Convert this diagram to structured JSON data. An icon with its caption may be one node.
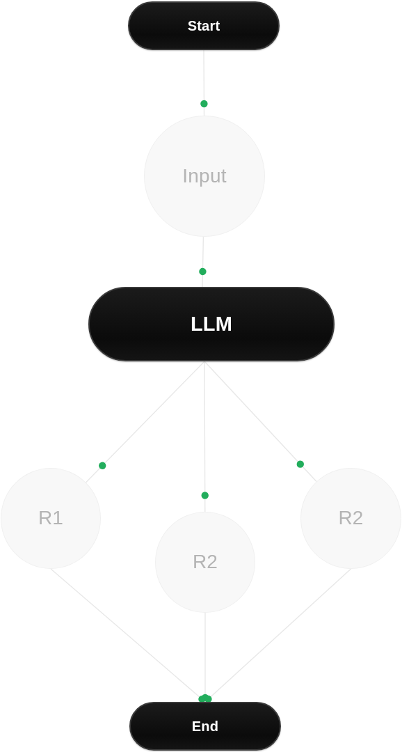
{
  "diagram": {
    "nodes": [
      {
        "text": [
          "Start"
        ]
      },
      {
        "text": [
          "Input"
        ]
      },
      {
        "text": [
          "LLM"
        ]
      },
      {
        "text": [
          "R1"
        ]
      },
      {
        "text": [
          "R2"
        ]
      },
      {
        "text": [
          "R2"
        ]
      },
      {
        "text": [
          "End"
        ]
      }
    ],
    "edges": [
      {
        "from": 0,
        "to": 1,
        "arrow": "other"
      },
      {
        "from": 1,
        "to": 2,
        "arrow": "other"
      },
      {
        "from": 2,
        "to": 3,
        "arrow": "other"
      },
      {
        "from": 2,
        "to": 4,
        "arrow": "other"
      },
      {
        "from": 2,
        "to": 5,
        "arrow": "other"
      },
      {
        "from": 3,
        "to": 6,
        "arrow": "other"
      },
      {
        "from": 4,
        "to": 6,
        "arrow": "other"
      },
      {
        "from": 5,
        "to": 6,
        "arrow": "other"
      }
    ]
  }
}
